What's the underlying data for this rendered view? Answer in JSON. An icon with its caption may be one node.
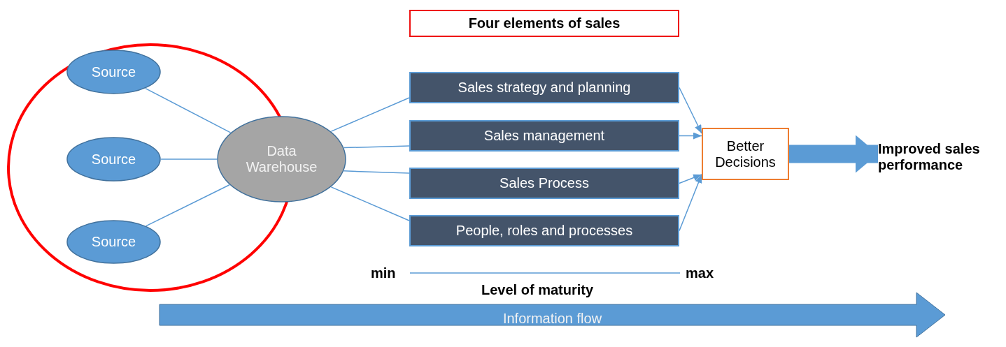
{
  "diagram": {
    "nodes": [
      {
        "text": [
          "Four elements of sales"
        ]
      },
      {
        "text": [
          "Source"
        ]
      },
      {
        "text": [
          "Source"
        ]
      },
      {
        "text": [
          "Source"
        ]
      },
      {
        "text": [
          "Data Warehouse"
        ]
      },
      {
        "text": [
          "Sales strategy and planning"
        ]
      },
      {
        "text": [
          "Sales management"
        ]
      },
      {
        "text": [
          "Sales Process"
        ]
      },
      {
        "text": [
          "People, roles and processes"
        ]
      },
      {
        "text": [
          "Better Decisions"
        ]
      },
      {
        "text": [
          "Improved sales performance"
        ]
      },
      {
        "text": [
          "Information flow"
        ]
      }
    ],
    "edges": [
      {
        "from": 1,
        "to": 4,
        "arrow": "none"
      },
      {
        "from": 2,
        "to": 4,
        "arrow": "none"
      },
      {
        "from": 3,
        "to": 4,
        "arrow": "none"
      },
      {
        "from": 4,
        "to": 5,
        "arrow": "none"
      },
      {
        "from": 4,
        "to": 6,
        "arrow": "none"
      },
      {
        "from": 4,
        "to": 7,
        "arrow": "none"
      },
      {
        "from": 4,
        "to": 8,
        "arrow": "none"
      },
      {
        "from": 5,
        "to": 9,
        "arrow": "to"
      },
      {
        "from": 6,
        "to": 9,
        "arrow": "to"
      },
      {
        "from": 7,
        "to": 9,
        "arrow": "to"
      },
      {
        "from": 8,
        "to": 9,
        "arrow": "to"
      },
      {
        "from": 9,
        "to": 10,
        "arrow": "to",
        "style": "thick"
      }
    ],
    "labels": [
      "min",
      "max",
      "Level of maturity"
    ]
  }
}
